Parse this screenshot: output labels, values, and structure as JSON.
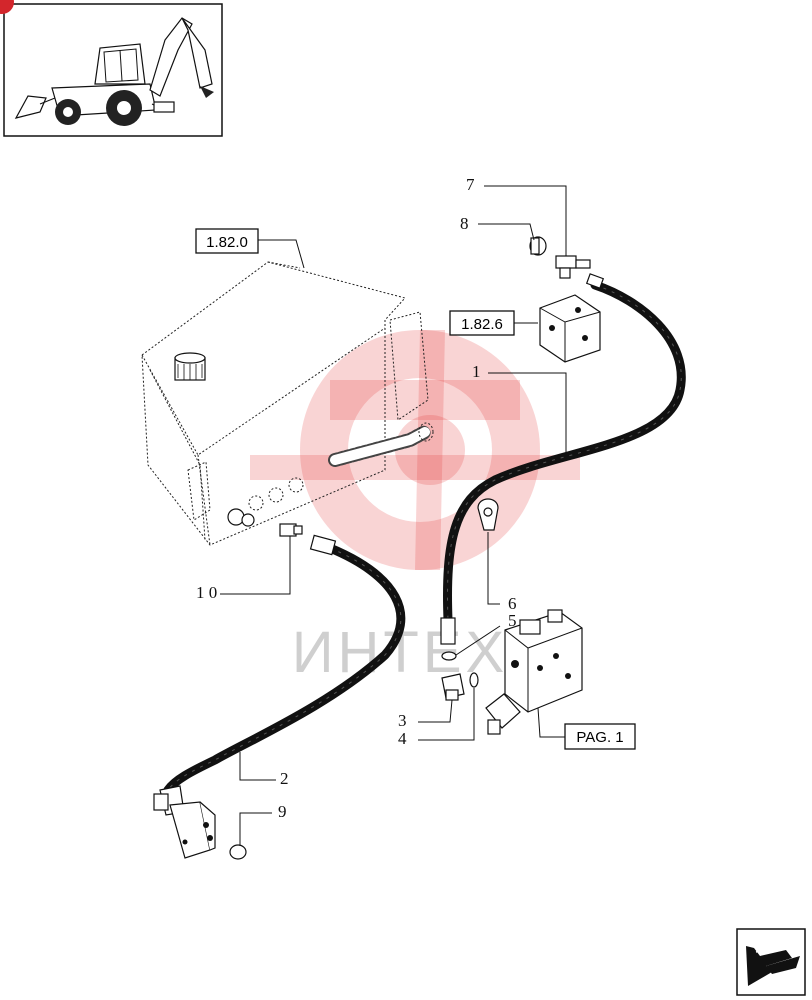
{
  "watermark": {
    "text": "ИНТЕХ",
    "color": "#e23a3a"
  },
  "thumbnail": {
    "icon": "backhoe-loader-icon"
  },
  "nav": {
    "icon": "next-page-arrow-icon"
  },
  "references": [
    {
      "label": "1.82.0"
    },
    {
      "label": "1.82.6"
    },
    {
      "label": "PAG. 1"
    }
  ],
  "callouts": [
    {
      "label": "7"
    },
    {
      "label": "8"
    },
    {
      "label": "1"
    },
    {
      "label": "6"
    },
    {
      "label": "5"
    },
    {
      "label": "3"
    },
    {
      "label": "4"
    },
    {
      "label": "1 0"
    },
    {
      "label": "2"
    },
    {
      "label": "9"
    }
  ]
}
